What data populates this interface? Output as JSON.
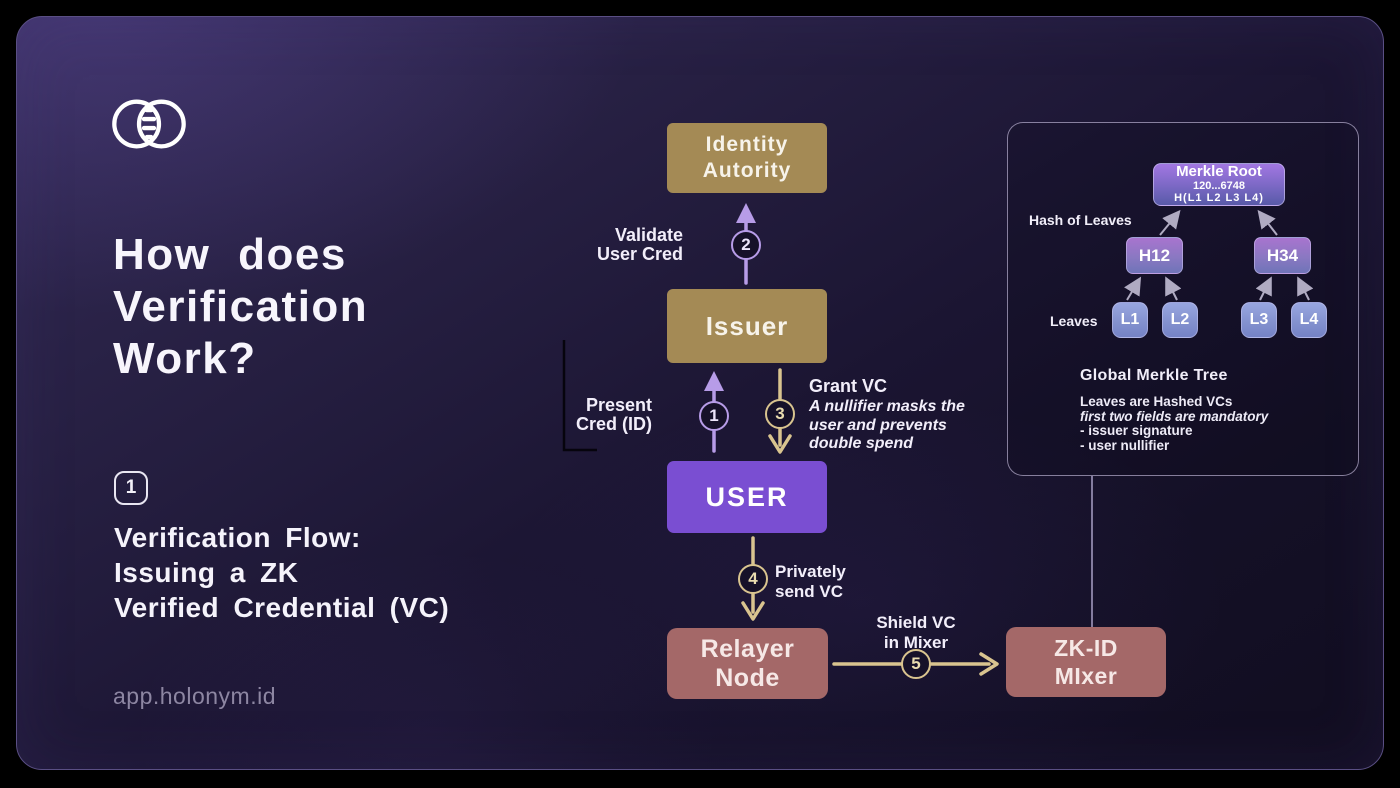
{
  "brand": {
    "url": "app.holonym.id"
  },
  "title": [
    "How does",
    "Verification",
    "Work?"
  ],
  "badge": "1",
  "subtitle": [
    "Verification Flow:",
    "Issuing a ZK",
    "Verified Credential (VC)"
  ],
  "flow": {
    "identity": [
      "Identity",
      "Autority"
    ],
    "issuer": "Issuer",
    "user": "USER",
    "relayer": [
      "Relayer",
      "Node"
    ],
    "mixer": [
      "ZK-ID",
      "MIxer"
    ],
    "step1": {
      "num": "1",
      "label": [
        "Present",
        "Cred (ID)"
      ]
    },
    "step2": {
      "num": "2",
      "label": [
        "Validate",
        "User Cred"
      ]
    },
    "step3": {
      "num": "3",
      "title": "Grant VC",
      "note": [
        "A nullifier masks the",
        "user and prevents",
        "double spend"
      ]
    },
    "step4": {
      "num": "4",
      "label": [
        "Privately",
        "send VC"
      ]
    },
    "step5": {
      "num": "5",
      "label": [
        "Shield VC",
        "in Mixer"
      ]
    }
  },
  "merkle": {
    "root": {
      "title": "Merkle Root",
      "hash": "120...6748",
      "formula": "H(L1 L2 L3 L4)"
    },
    "hash_of_leaves": "Hash of Leaves",
    "leaves": "Leaves",
    "h12": "H12",
    "h34": "H34",
    "l1": "L1",
    "l2": "L2",
    "l3": "L3",
    "l4": "L4",
    "caption_title": "Global Merkle Tree",
    "caption": [
      "Leaves are Hashed VCs",
      "first two fields are mandatory",
      "- issuer signature",
      "- user nullifier"
    ]
  },
  "colors": {
    "card_bg_top": "#332b56",
    "card_bg_bottom": "#110d20",
    "card_border": "#5a4f84",
    "tan_box": "#a48a55",
    "purple_box": "#7a4ed2",
    "rose_box": "#a46868",
    "arrow_purple": "#b79ce8",
    "arrow_tan": "#d9c48f",
    "tree_arrow": "#d6d0ea",
    "url_text": "#8d86a2"
  }
}
